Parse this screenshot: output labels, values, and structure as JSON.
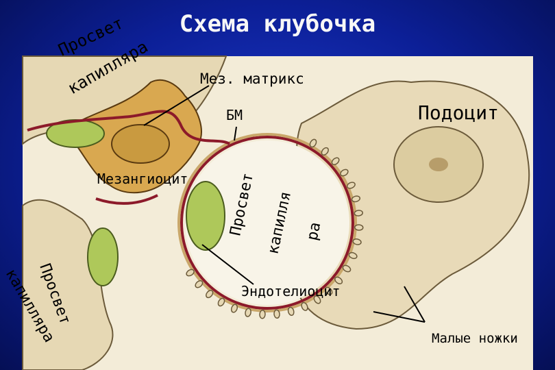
{
  "title": "Схема клубочка",
  "labels": {
    "lumen_top_1": "Просвет",
    "lumen_top_2": "капилляра",
    "matrix": "Мез. матрикс",
    "bm": "БМ",
    "podocyte": "Подоцит",
    "mesangiocyte": "Мезангиоцит",
    "lumen_center_1": "Просвет",
    "lumen_center_2": "капилля",
    "lumen_center_3": "ра",
    "lumen_left_1": "Просвет",
    "lumen_left_2": "капилляра",
    "endothelium": "Эндотелиоцит",
    "foot_processes": "Малые ножки"
  },
  "colors": {
    "background": "#0c1f97",
    "tissue": "#e6d8b4",
    "mesangium": "#d9a850",
    "endothelial_nucleus": "#aec85a",
    "basement_membrane": "#8c1a2a"
  }
}
